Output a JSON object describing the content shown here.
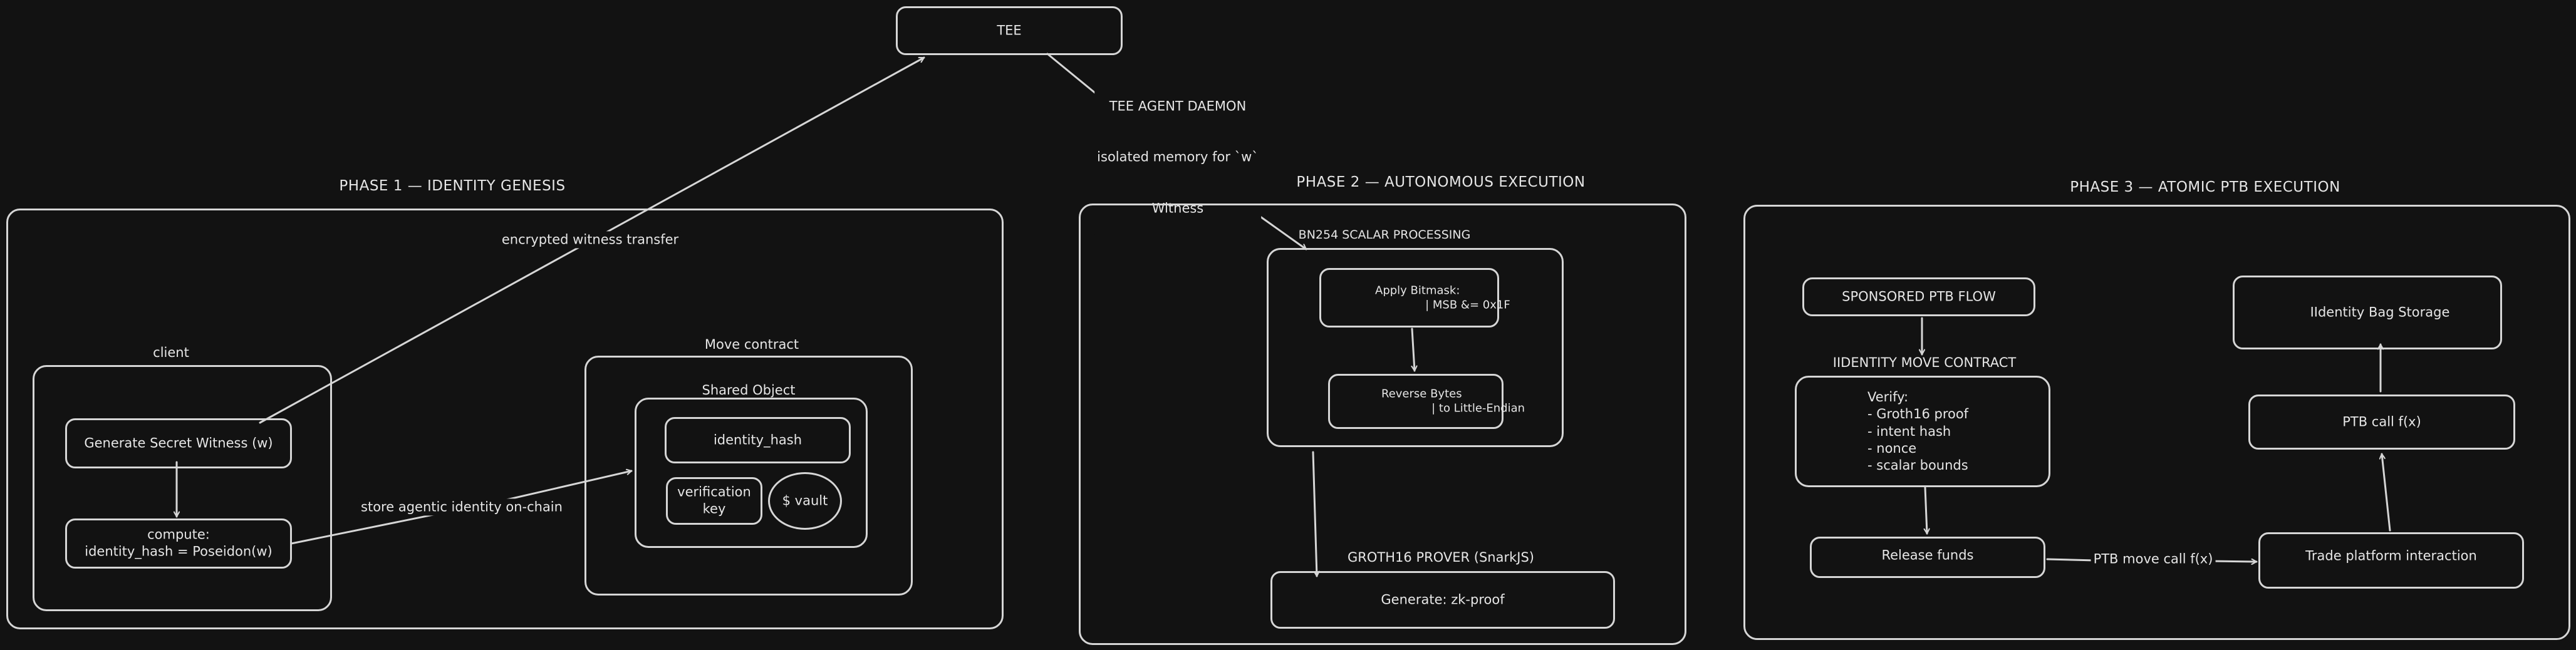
{
  "tee": {
    "label": "TEE"
  },
  "tee_daemon": {
    "line1": "TEE AGENT DAEMON",
    "line2": "isolated memory for `w`",
    "line3": "Witness"
  },
  "phase1": {
    "title": "PHASE 1 — IDENTITY GENESIS",
    "client": {
      "title": "client",
      "generate": "Generate Secret Witness (w)",
      "compute": "compute:\nidentity_hash = Poseidon(w)"
    },
    "move_contract": {
      "title": "Move contract",
      "shared_object": {
        "title": "Shared Object",
        "identity_hash": "identity_hash",
        "verification_key": "verification\nkey",
        "vault": "$ vault"
      }
    },
    "edge_encrypted": "encrypted witness transfer",
    "edge_store": "store agentic identity on-chain"
  },
  "phase2": {
    "title": "PHASE 2 — AUTONOMOUS EXECUTION",
    "scalar": {
      "title": "BN254 SCALAR PROCESSING",
      "bitmask": "Apply Bitmask:\n              | MSB &= 0x1F",
      "reverse": "Reverse Bytes\n              | to Little-Endian"
    },
    "prover": {
      "title": "GROTH16 PROVER (SnarkJS)",
      "generate": "Generate: zk-proof"
    }
  },
  "phase3": {
    "title": "PHASE 3 — ATOMIC PTB EXECUTION",
    "sponsored": "SPONSORED PTB FLOW",
    "identity_contract": {
      "title": "IIDENTITY MOVE CONTRACT",
      "verify": "Verify:\n- Groth16 proof\n- intent hash\n- nonce\n- scalar bounds"
    },
    "release": "Release funds",
    "edge_ptb_move": "PTB move call f(x)",
    "trade": "Trade platform interaction",
    "ptb_call": "PTB call f(x)",
    "bag_storage": "IIdentity Bag Storage"
  }
}
